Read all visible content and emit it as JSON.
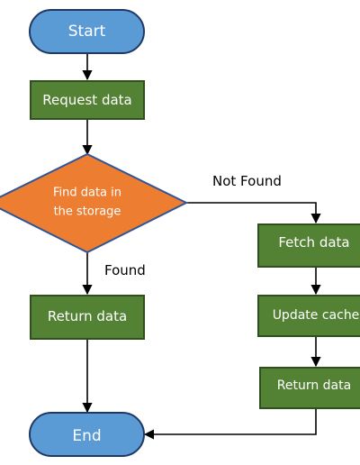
{
  "nodes": {
    "start": "Start",
    "request": "Request data",
    "decision_line1": "Find data in",
    "decision_line2": "the storage",
    "fetch": "Fetch data",
    "update": "Update cache",
    "return_right": "Return data",
    "return_left": "Return data",
    "end": "End"
  },
  "edges": {
    "not_found": "Not Found",
    "found": "Found"
  },
  "colors": {
    "terminal_fill": "#5b9bd5",
    "terminal_stroke": "#1f3864",
    "process_fill": "#548235",
    "process_stroke": "#2f4f1f",
    "decision_fill": "#ed7d31",
    "decision_stroke": "#2f5597",
    "line": "#000000"
  }
}
